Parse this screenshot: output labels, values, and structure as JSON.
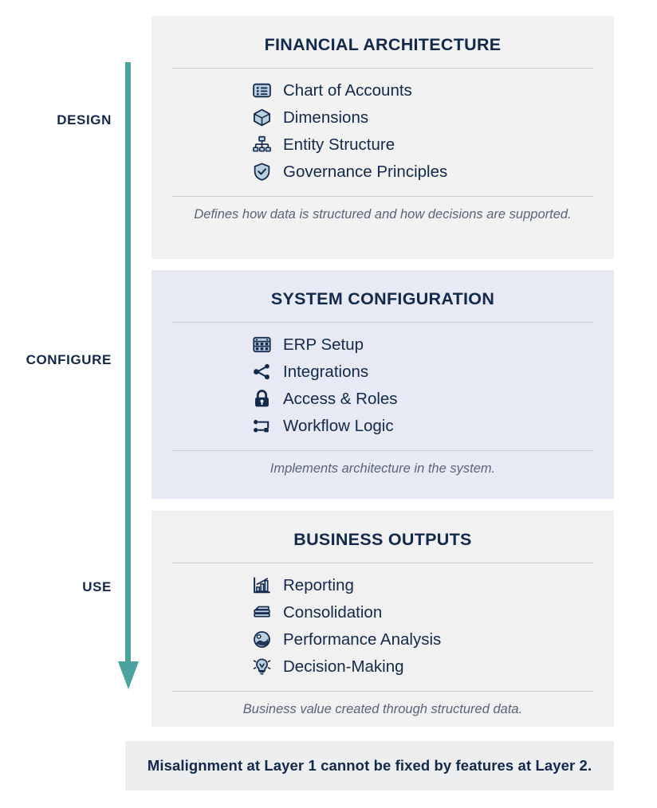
{
  "colors": {
    "arrow": "#4aa39f",
    "heading": "#12294c",
    "caption": "#5a6478",
    "card_design_bg": "#f2f2f3",
    "card_configure_bg": "#e7eaf4",
    "card_use_bg": "#f1f1f2",
    "footer_bg": "#eceef0",
    "icon_stroke": "#12294c",
    "icon_fill": "#b9d0e0",
    "rule": "#c9ccd4"
  },
  "stages": [
    {
      "label": "DESIGN"
    },
    {
      "label": "CONFIGURE"
    },
    {
      "label": "USE"
    }
  ],
  "arrow": {
    "icon": "down-arrow-icon",
    "direction": "down"
  },
  "cards": [
    {
      "title": "FINANCIAL ARCHITECTURE",
      "caption": "Defines how data is structured and how decisions are supported.",
      "items": [
        {
          "label": "Chart of Accounts",
          "icon": "list-icon"
        },
        {
          "label": "Dimensions",
          "icon": "cube-icon"
        },
        {
          "label": "Entity Structure",
          "icon": "hierarchy-icon"
        },
        {
          "label": "Governance Principles",
          "icon": "shield-check-icon"
        }
      ]
    },
    {
      "title": "SYSTEM CONFIGURATION",
      "caption": "Implements architecture in the system.",
      "items": [
        {
          "label": "ERP Setup",
          "icon": "server-icon"
        },
        {
          "label": "Integrations",
          "icon": "share-nodes-icon"
        },
        {
          "label": "Access & Roles",
          "icon": "lock-icon"
        },
        {
          "label": "Workflow Logic",
          "icon": "workflow-icon"
        }
      ]
    },
    {
      "title": "BUSINESS OUTPUTS",
      "caption": "Business value created through structured data.",
      "items": [
        {
          "label": "Reporting",
          "icon": "bar-chart-icon"
        },
        {
          "label": "Consolidation",
          "icon": "layers-icon"
        },
        {
          "label": "Performance Analysis",
          "icon": "gauge-icon"
        },
        {
          "label": "Decision-Making",
          "icon": "lightbulb-icon"
        }
      ]
    }
  ],
  "footer": {
    "text": "Misalignment at Layer 1 cannot be fixed by features at Layer 2."
  }
}
